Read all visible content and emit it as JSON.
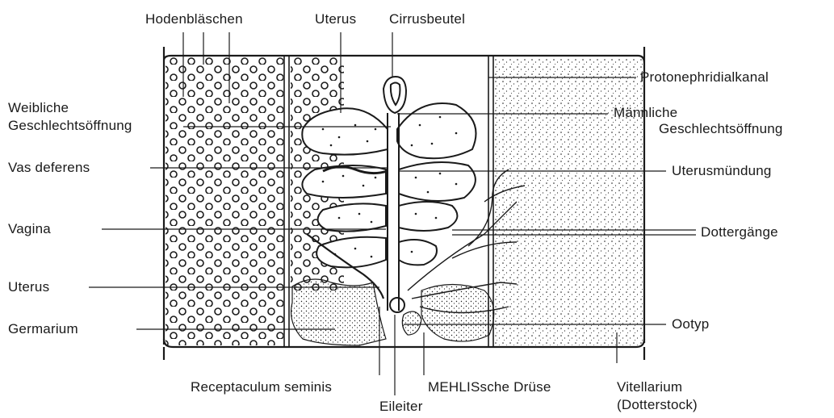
{
  "labels": {
    "hodenblaeschen": "Hodenbläschen",
    "uterus_top": "Uterus",
    "cirrusbeutel": "Cirrusbeutel",
    "protonephridialkanal": "Protonephridialkanal",
    "weibliche_1": "Weibliche",
    "weibliche_2": "Geschlechtsöffnung",
    "maennliche_1": "Männliche",
    "maennliche_2": "Geschlechtsöffnung",
    "vas_deferens": "Vas deferens",
    "uterusmuendung": "Uterusmündung",
    "vagina": "Vagina",
    "dottergaenge": "Dottergänge",
    "uterus_left": "Uterus",
    "germarium": "Germarium",
    "ootyp": "Ootyp",
    "receptaculum": "Receptaculum seminis",
    "eileiter": "Eileiter",
    "mehlis": "MEHLISsche Drüse",
    "vitellarium_1": "Vitellarium",
    "vitellarium_2": "(Dotterstock)"
  },
  "colors": {
    "ink": "#1a1a1a",
    "background": "#ffffff"
  }
}
